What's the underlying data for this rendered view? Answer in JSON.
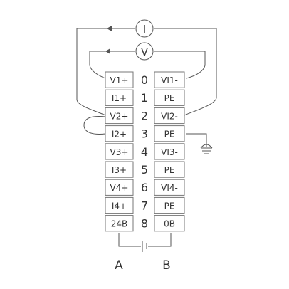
{
  "terminal_rows": [
    {
      "left": "V1+",
      "number": "0",
      "right": "VI1-"
    },
    {
      "left": "I1+",
      "number": "1",
      "right": "PE"
    },
    {
      "left": "V2+",
      "number": "2",
      "right": "VI2-"
    },
    {
      "left": "I2+",
      "number": "3",
      "right": "PE"
    },
    {
      "left": "V3+",
      "number": "4",
      "right": "VI3-"
    },
    {
      "left": "I3+",
      "number": "5",
      "right": "PE"
    },
    {
      "left": "V4+",
      "number": "6",
      "right": "VI4-"
    },
    {
      "left": "I4+",
      "number": "7",
      "right": "PE"
    },
    {
      "left": "24B",
      "number": "8",
      "right": "0B"
    }
  ],
  "meters": {
    "current": "I",
    "voltage": "V"
  },
  "side_labels": {
    "left": "A",
    "right": "B"
  },
  "icons": [
    "current-meter-icon",
    "voltage-meter-icon",
    "ground-icon",
    "battery-icon"
  ],
  "colors": {
    "line": "#555555",
    "box_border": "#777777",
    "text": "#333333"
  }
}
